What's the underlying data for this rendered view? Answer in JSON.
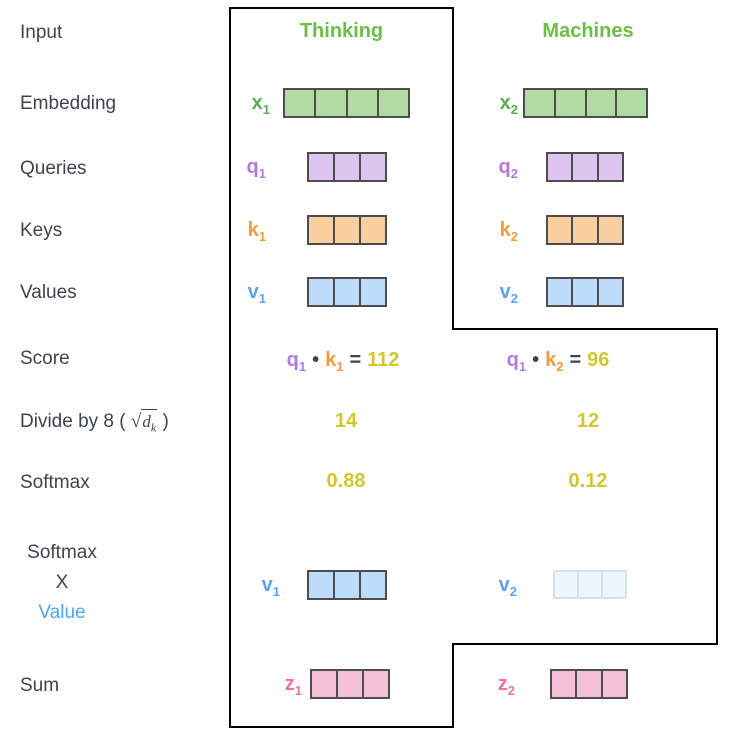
{
  "colors": {
    "header_green": "#6bbf44",
    "x_label_green": "#57ad52",
    "embedding_fill": "#b2dba3",
    "query_label_purple": "#b27ae0",
    "query_fill": "#dcc6f0",
    "key_label_orange": "#f59b3b",
    "key_fill": "#f9cf9f",
    "value_label_blue": "#5ba3f2",
    "value_fill": "#bddcf9",
    "faded_value_fill": "#eef5fc",
    "faded_value_border": "#d8e0e8",
    "sum_label_pink": "#f170ab",
    "sum_fill": "#f5c1d9",
    "score_number_yellow": "#d2c82e",
    "text_dark": "#3d4450",
    "cell_border": "#4d4d4d",
    "outline_black": "#000000"
  },
  "row_labels": {
    "input": "Input",
    "embedding": "Embedding",
    "queries": "Queries",
    "keys": "Keys",
    "values": "Values",
    "score": "Score",
    "divide_prefix": "Divide by 8 (",
    "divide_radical": "√",
    "divide_radicand": "d",
    "divide_radicand_sub": "k",
    "divide_suffix": ")",
    "softmax": "Softmax",
    "softmax_x_line1": "Softmax",
    "softmax_x_line2": "X",
    "softmax_x_line3": "Value",
    "sum": "Sum"
  },
  "tokens": [
    {
      "header": "Thinking",
      "embedding": {
        "base": "x",
        "sub": "1",
        "cells": 4
      },
      "query": {
        "base": "q",
        "sub": "1",
        "cells": 3
      },
      "key": {
        "base": "k",
        "sub": "1",
        "cells": 3
      },
      "value": {
        "base": "v",
        "sub": "1",
        "cells": 3
      },
      "score": {
        "q": "q",
        "q_sub": "1",
        "dot": "•",
        "k": "k",
        "k_sub": "1",
        "eq": "=",
        "result": "112"
      },
      "divided": "14",
      "softmax": "0.88",
      "weighted_value": {
        "base": "v",
        "sub": "1",
        "cells": 3,
        "faded": false
      },
      "sum": {
        "base": "z",
        "sub": "1",
        "cells": 3
      }
    },
    {
      "header": "Machines",
      "embedding": {
        "base": "x",
        "sub": "2",
        "cells": 4
      },
      "query": {
        "base": "q",
        "sub": "2",
        "cells": 3
      },
      "key": {
        "base": "k",
        "sub": "2",
        "cells": 3
      },
      "value": {
        "base": "v",
        "sub": "2",
        "cells": 3
      },
      "score": {
        "q": "q",
        "q_sub": "1",
        "dot": "•",
        "k": "k",
        "k_sub": "2",
        "eq": "=",
        "result": "96"
      },
      "divided": "12",
      "softmax": "0.12",
      "weighted_value": {
        "base": "v",
        "sub": "2",
        "cells": 3,
        "faded": true
      },
      "sum": {
        "base": "z",
        "sub": "2",
        "cells": 3
      }
    }
  ]
}
